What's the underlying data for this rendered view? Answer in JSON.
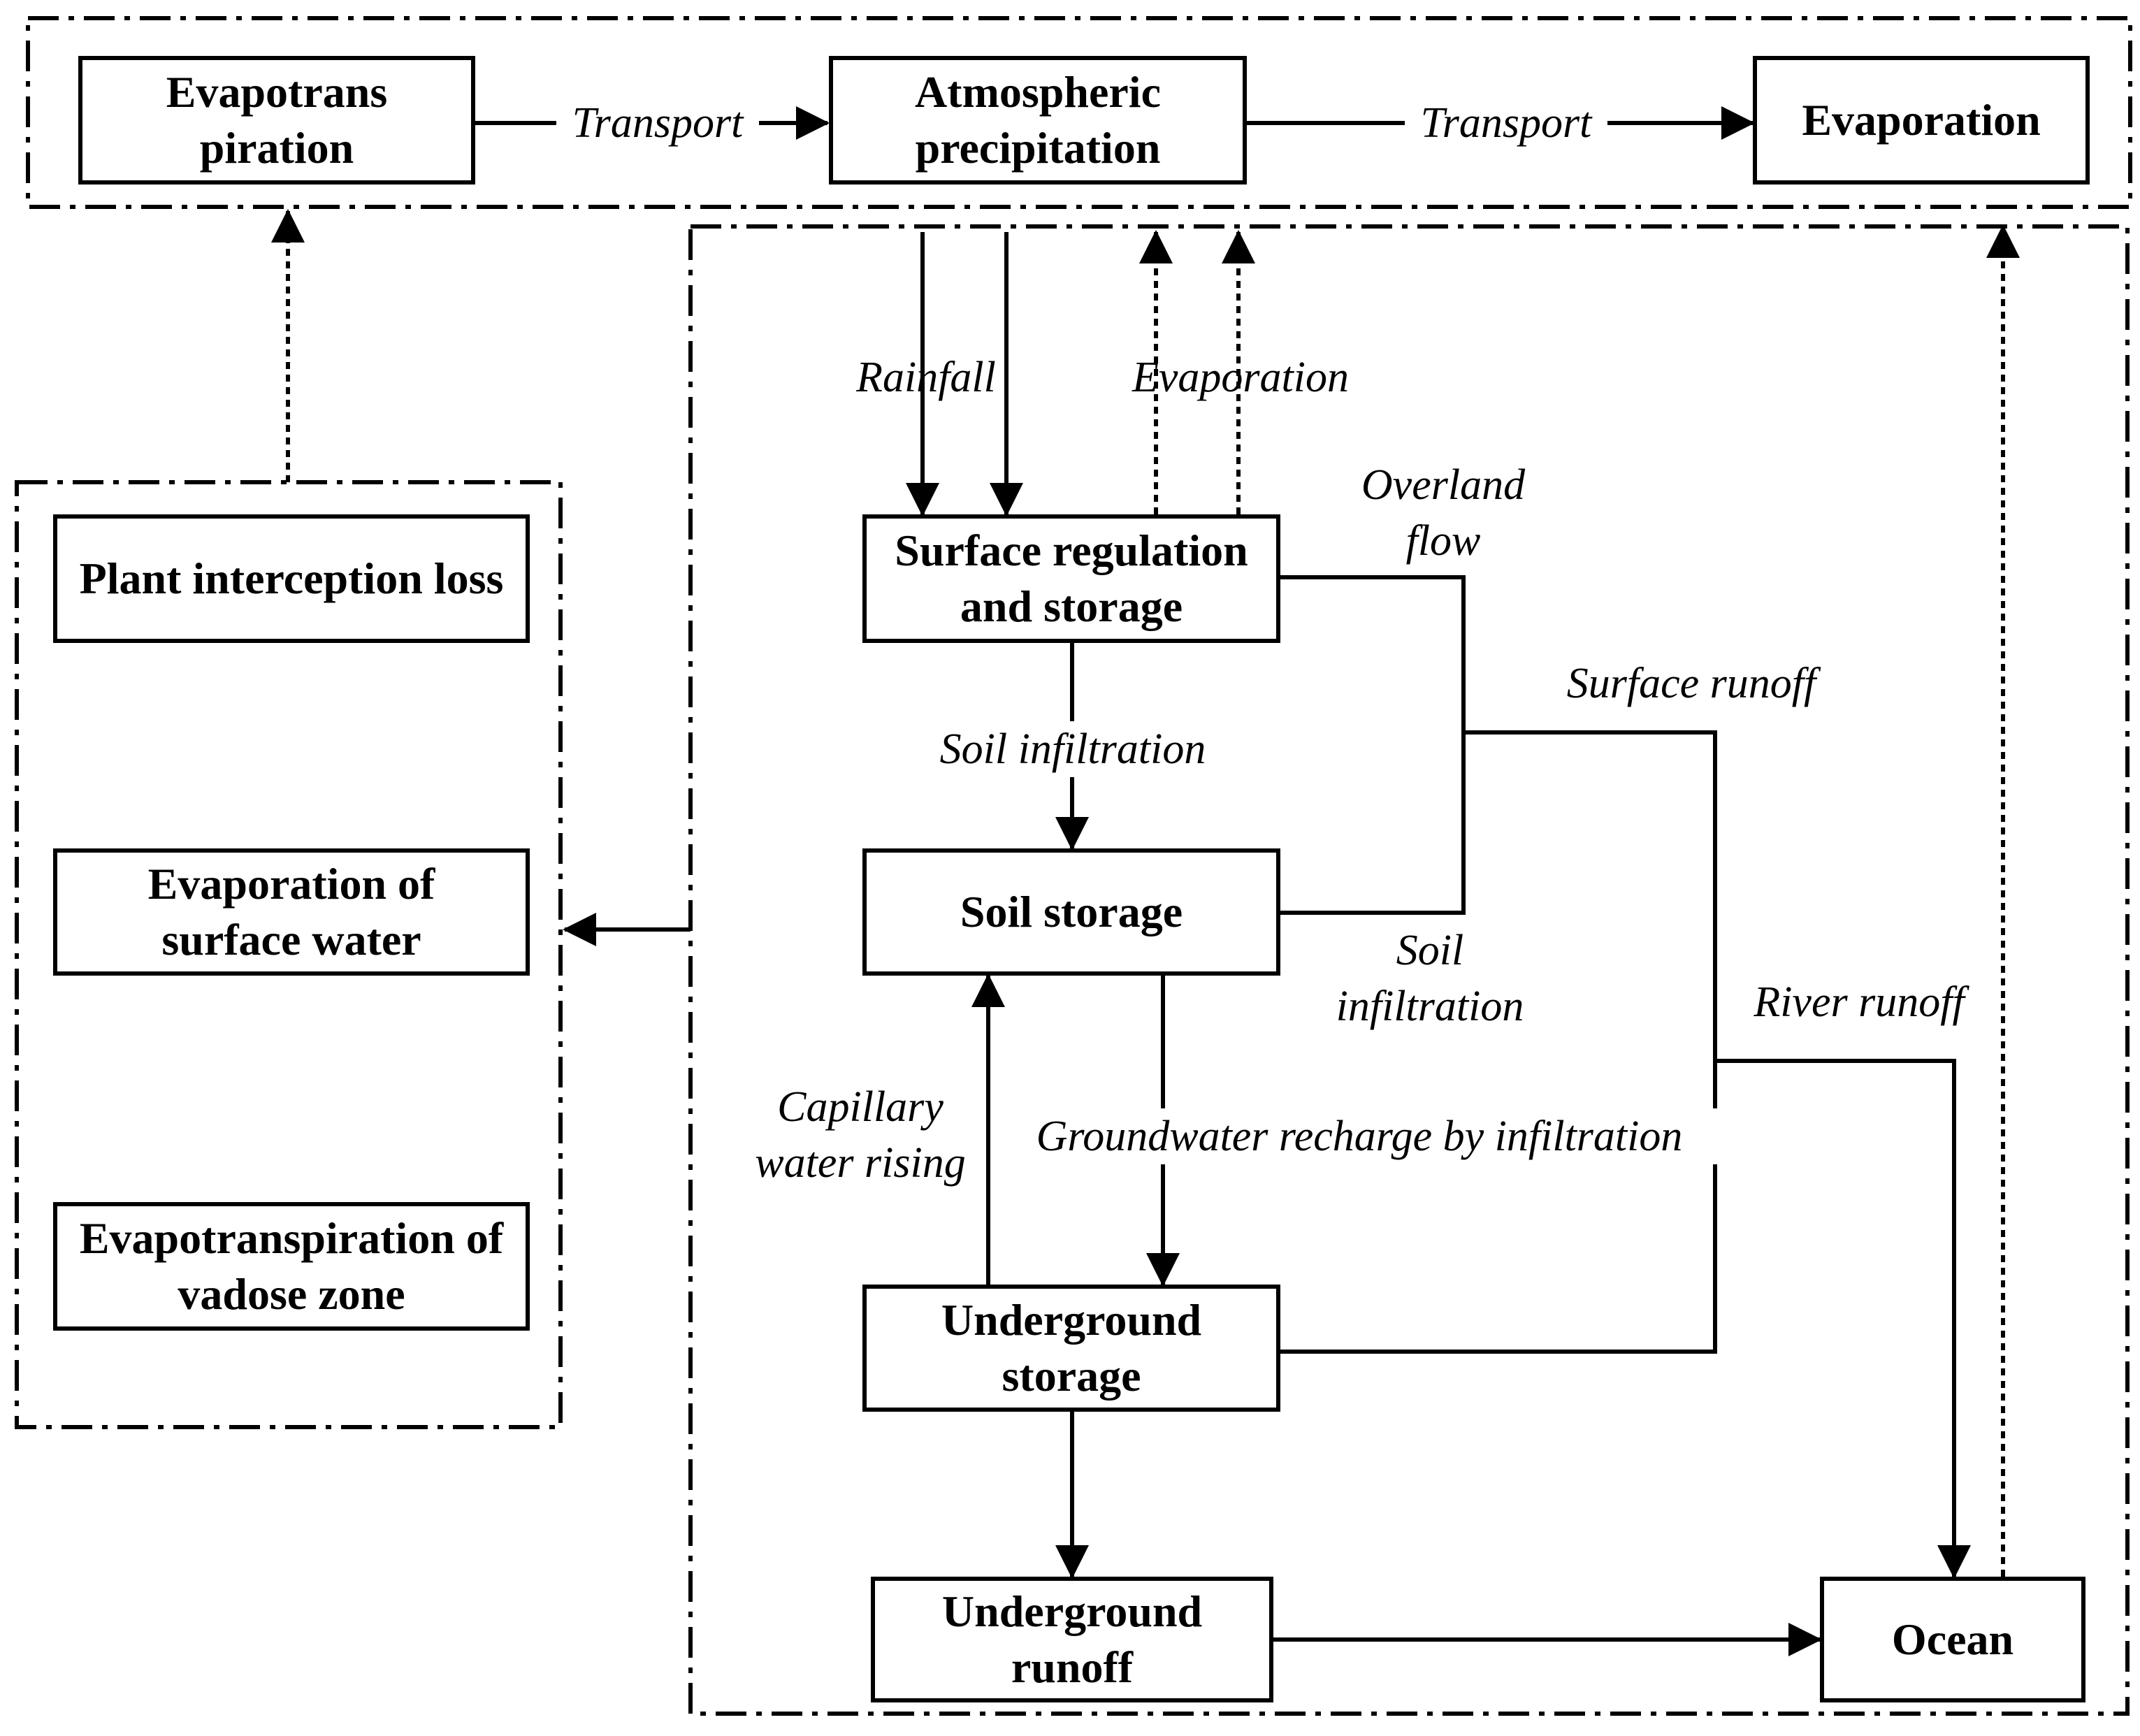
{
  "boxes": {
    "evapotranspiration": "Evapotrans\npiration",
    "atmospheric_precipitation": "Atmospheric\nprecipitation",
    "evaporation_top": "Evaporation",
    "plant_interception": "Plant interception loss",
    "evap_surface_water": "Evaporation of\nsurface water",
    "evapotranspiration_vadose": "Evapotranspiration of\nvadose zone",
    "surface_regulation": "Surface regulation\nand storage",
    "soil_storage": "Soil storage",
    "underground_storage": "Underground\nstorage",
    "underground_runoff": "Underground\nrunoff",
    "ocean": "Ocean"
  },
  "labels": {
    "transport_1": "Transport",
    "transport_2": "Transport",
    "rainfall": "Rainfall",
    "evaporation": "Evaporation",
    "overland_flow": "Overland\nflow",
    "surface_runoff": "Surface runoff",
    "soil_infiltration_1": "Soil infiltration",
    "soil_infiltration_2": "Soil\ninfiltration",
    "river_runoff": "River runoff",
    "capillary": "Capillary\nwater rising",
    "groundwater_recharge": "Groundwater recharge by infiltration"
  }
}
